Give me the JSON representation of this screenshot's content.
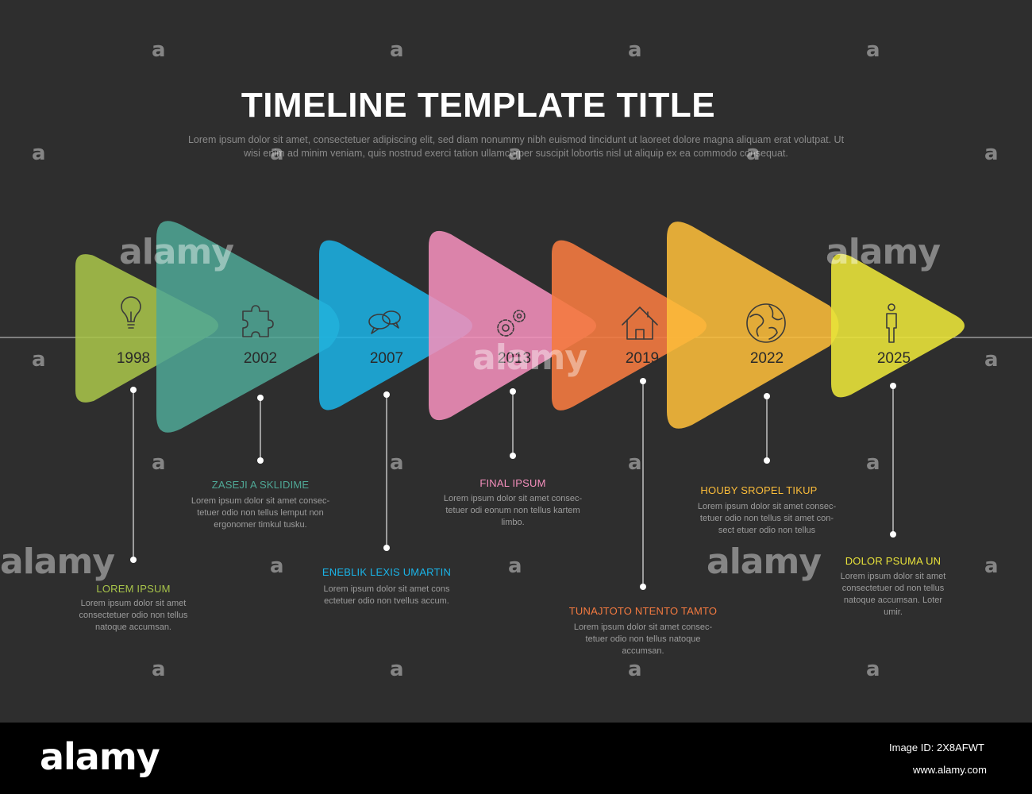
{
  "title": "TIMELINE TEMPLATE TITLE",
  "subtitle_line1": "Lorem ipsum dolor sit amet, consectetuer adipiscing elit, sed diam nonummy nibh euismod tincidunt ut laoreet dolore magna aliquam erat volutpat. Ut",
  "subtitle_line2": "wisi enim ad minim veniam, quis nostrud exerci tation ullamcorper suscipit lobortis nisl ut aliquip ex ea commodo consequat.",
  "milestones": [
    {
      "year": "1998",
      "icon": "lightbulb-icon",
      "color": "#a8c44a",
      "label": "LOREM IPSUM",
      "desc1": "Lorem ipsum dolor sit amet",
      "desc2": "consectetuer odio non tellus",
      "desc3": "natoque accumsan."
    },
    {
      "year": "2002",
      "icon": "puzzle-icon",
      "color": "#4fa896",
      "label": "ZASEJI A SKLIDIME",
      "desc1": "Lorem ipsum dolor sit amet consec-",
      "desc2": "tetuer odio non tellus lemput non",
      "desc3": "ergonomer timkul tusku."
    },
    {
      "year": "2007",
      "icon": "chat-bubbles-icon",
      "color": "#1ab4e8",
      "label": "ENEBLIK LEXIS UMARTIN",
      "desc1": "Lorem ipsum dolor sit amet cons",
      "desc2": "ectetuer odio non tvellus accum.",
      "desc3": ""
    },
    {
      "year": "2013",
      "icon": "gears-icon",
      "color": "#f48fbc",
      "label": "FINAL IPSUM",
      "desc1": "Lorem ipsum dolor sit amet consec-",
      "desc2": "tetuer odi eonum non tellus kartem",
      "desc3": "limbo."
    },
    {
      "year": "2019",
      "icon": "house-icon",
      "color": "#f47a40",
      "label": "TUNAJTOTO NTENTO TAMTO",
      "desc1": "Lorem ipsum dolor sit amet consec-",
      "desc2": "tetuer odio non tellus natoque",
      "desc3": "accumsan."
    },
    {
      "year": "2022",
      "icon": "globe-icon",
      "color": "#fcbd3a",
      "label": "HOUBY SROPEL TIKUP",
      "desc1": "Lorem ipsum dolor sit amet consec-",
      "desc2": "tetuer odio non tellus sit amet con-",
      "desc3": "sect etuer odio non tellus"
    },
    {
      "year": "2025",
      "icon": "person-icon",
      "color": "#e8e23a",
      "label": "DOLOR PSUMA UN",
      "desc1": "Lorem ipsum dolor sit amet",
      "desc2": "consectetuer od non tellus",
      "desc3": "natoque accumsan. Loter",
      "desc4": "umir."
    }
  ],
  "watermark": {
    "brand": "alamy",
    "glyph": "a"
  },
  "footer": {
    "brand": "alamy",
    "image_id": "Image ID: 2X8AFWT",
    "site": "www.alamy.com"
  }
}
